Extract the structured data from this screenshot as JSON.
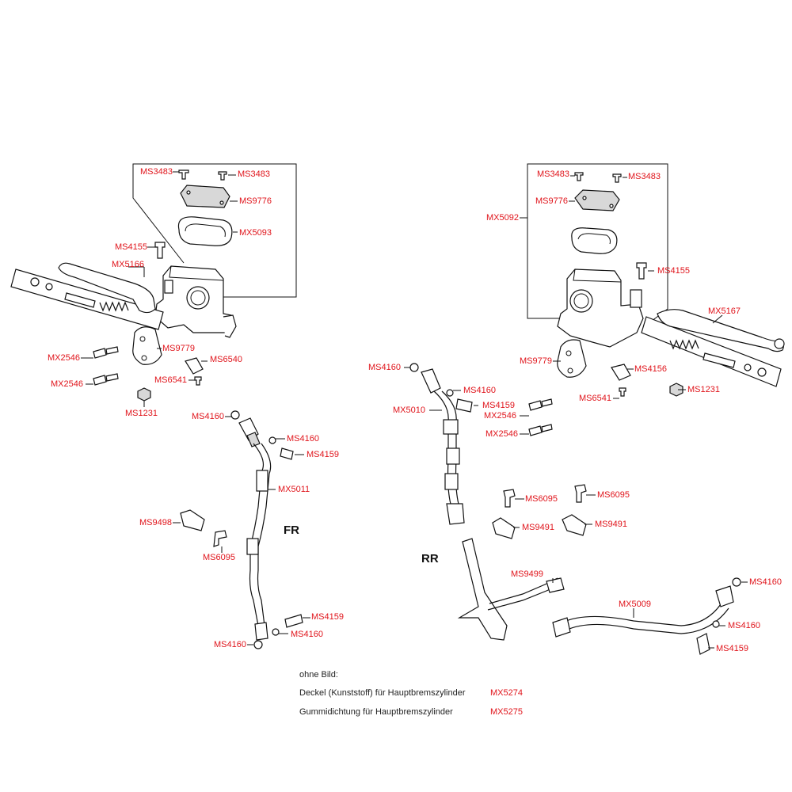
{
  "diagram": {
    "circuit_labels": {
      "front": "FR",
      "rear": "RR"
    },
    "left_parts": {
      "ms3483_a": "MS3483",
      "ms3483_b": "MS3483",
      "ms9776": "MS9776",
      "mx5093": "MX5093",
      "ms4155": "MS4155",
      "mx5166": "MX5166",
      "ms9779": "MS9779",
      "mx2546_a": "MX2546",
      "ms6540": "MS6540",
      "mx2546_b": "MX2546",
      "ms6541": "MS6541",
      "ms1231": "MS1231",
      "ms4160_a": "MS4160",
      "ms4160_b": "MS4160",
      "ms4159_a": "MS4159",
      "mx5011": "MX5011",
      "ms9498": "MS9498",
      "ms6095": "MS6095",
      "ms4159_b": "MS4159",
      "ms4160_c": "MS4160",
      "ms4160_d": "MS4160"
    },
    "right_parts": {
      "ms3483_a": "MS3483",
      "ms3483_b": "MS3483",
      "ms9776": "MS9776",
      "mx5092": "MX5092",
      "ms4155": "MS4155",
      "mx5167": "MX5167",
      "ms9779": "MS9779",
      "ms4156": "MS4156",
      "ms6541": "MS6541",
      "ms1231": "MS1231",
      "ms4160_a": "MS4160",
      "ms4160_b": "MS4160",
      "ms4159_a": "MS4159",
      "mx5010": "MX5010",
      "mx2546_a": "MX2546",
      "mx2546_b": "MX2546",
      "ms6095_a": "MS6095",
      "ms6095_b": "MS6095",
      "ms9491_a": "MS9491",
      "ms9491_b": "MS9491",
      "ms9499": "MS9499",
      "mx5009": "MX5009",
      "ms4160_c": "MS4160",
      "ms4160_d": "MS4160",
      "ms4159_b": "MS4159"
    },
    "notes": {
      "heading": "ohne Bild:",
      "rows": [
        {
          "description": "Deckel (Kunststoff) für Hauptbremszylinder",
          "code": "MX5274"
        },
        {
          "description": "Gummidichtung für Hauptbremszylinder",
          "code": "MX5275"
        }
      ]
    },
    "colors": {
      "part_code": "#e0141b",
      "line_art": "#111111",
      "text": "#222222"
    }
  }
}
